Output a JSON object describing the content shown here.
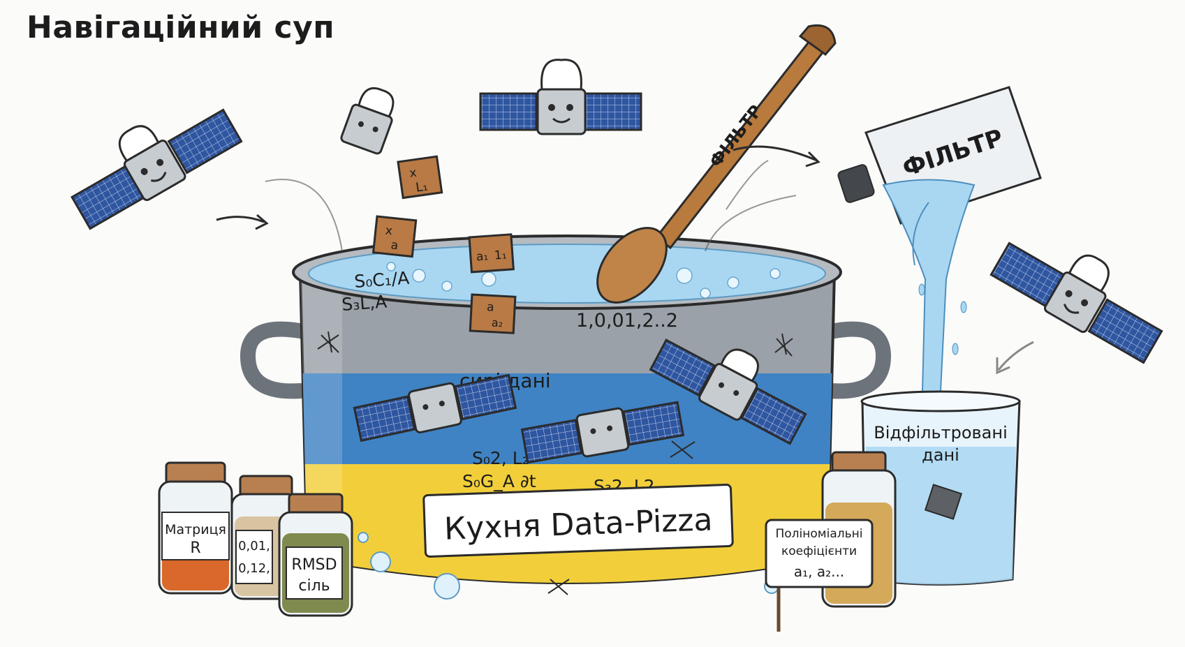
{
  "title": "Навігаційний суп",
  "pot": {
    "label": "Кухня Data-Pizza",
    "raw_data": "сирі дані",
    "formulas_water": [
      "S₀C₁/A",
      "S₃L,A"
    ],
    "number_sequence": "1,0,01,2..2",
    "formulas_band": [
      "S₀2, L₂",
      "S₀G_A  ∂t",
      "S₃2, L2"
    ]
  },
  "spoon_label": "ФІЛЬТР",
  "filter_bottle_label": "ФІЛЬТР",
  "filtered_glass": {
    "line1": "Відфільтровані",
    "line2": "дані"
  },
  "jars": [
    {
      "line1": "Матриця",
      "line2": "R",
      "color": "#d9682a"
    },
    {
      "line1": "0,01,",
      "line2": "0,12,",
      "color": "#d8c4a0"
    },
    {
      "line1": "RMSD",
      "line2": "сіль",
      "color": "#7f8a4e"
    },
    {
      "line1": "",
      "line2": "",
      "color": "#d4a95a"
    }
  ],
  "sign": {
    "line1": "Поліноміальні",
    "line2": "коефіцієнти",
    "line3": "a₁, a₂..."
  },
  "cubes": [
    {
      "line1": "x",
      "line2": "L₁"
    },
    {
      "line1": "x",
      "line2": "a"
    },
    {
      "line1": "a₁",
      "line2": "1₁"
    },
    {
      "line1": "a",
      "line2": "a₂"
    }
  ],
  "colors": {
    "ukraine_blue": "#3f83c4",
    "ukraine_yellow": "#f2cf3a",
    "pot_steel": "#9aa1a8",
    "water": "#a9d7f2",
    "spoon_wood": "#b87a3d"
  }
}
